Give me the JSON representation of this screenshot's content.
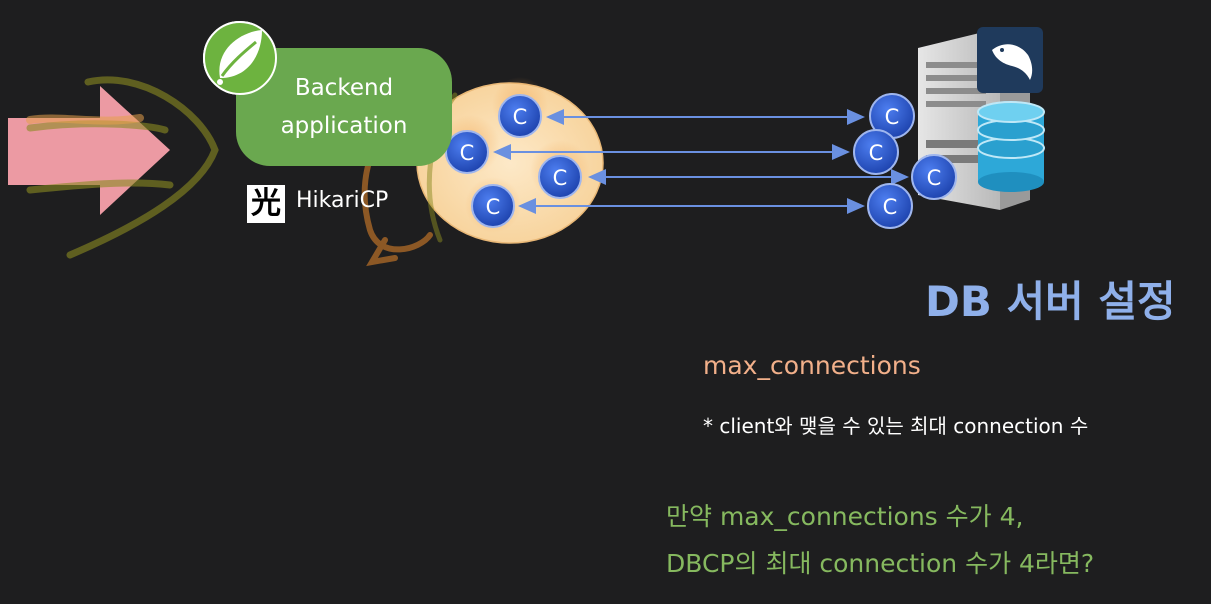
{
  "backend": {
    "line1": "Backend",
    "line2": "application"
  },
  "pool_library": {
    "label": "HikariCP",
    "logo_glyph": "光"
  },
  "connection_label": "C",
  "db_section": {
    "title": "DB 서버 설정",
    "setting_name": "max_connections",
    "setting_description": "* client와 맺을 수 있는 최대 connection 수"
  },
  "question": {
    "line1": "만약 max_connections 수가 4,",
    "line2": "DBCP의 최대 connection 수가 4라면?"
  },
  "colors": {
    "background": "#1e1e1f",
    "backend_green": "#6aa84f",
    "connection_blue": "#2f5fcf",
    "arrow_blue": "#6a90e0",
    "title_blue": "#8fb0ea",
    "setting_orange": "#f2b08a",
    "question_green": "#86b95f",
    "request_arrow_pink": "#ec9aa3"
  },
  "icons": [
    "spring-leaf-icon",
    "hikari-logo-icon",
    "db-server-icon",
    "mysql-dolphin-icon",
    "database-cylinder-icon"
  ]
}
